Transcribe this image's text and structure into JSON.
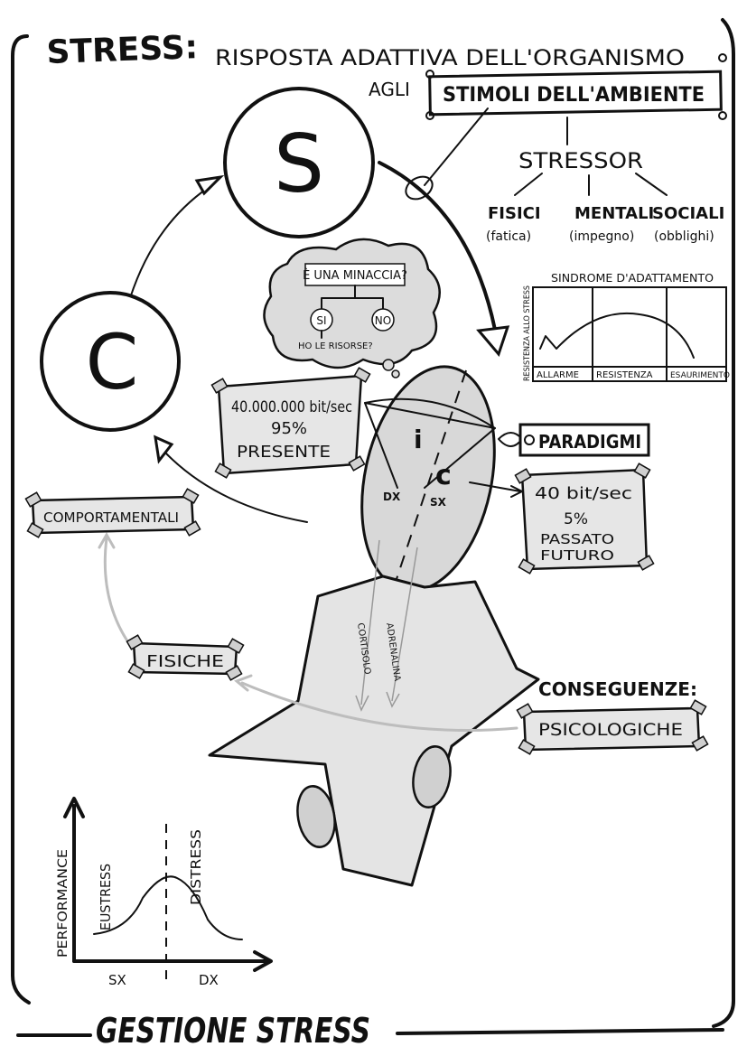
{
  "title": {
    "main": "STRESS:",
    "line1": "RISPOSTA ADATTIVA DELL'ORGANISMO",
    "agli": "AGLI",
    "boxed": "STIMOLI DELL'AMBIENTE"
  },
  "stressor": {
    "label": "STRESSOR",
    "types": [
      {
        "name": "FISICI",
        "note": "(fatica)"
      },
      {
        "name": "MENTALI",
        "note": "(impegno)"
      },
      {
        "name": "SOCIALI",
        "note": "(obblighi)"
      }
    ]
  },
  "cycle": {
    "s_letter": "S",
    "c_letter": "C"
  },
  "cloud": {
    "question": "È UNA MINACCIA?",
    "yes": "SI",
    "no": "NO",
    "resources": "HO LE RISORSE?"
  },
  "sindrome": {
    "title": "SINDROME D'ADATTAMENTO",
    "ylabel": "RESISTENZA ALLO STRESS",
    "phases": [
      "ALLARME",
      "RESISTENZA",
      "ESAURIMENTO"
    ]
  },
  "present_note": {
    "rate": "40.000.000 bit/sec",
    "percent": "95%",
    "label": "PRESENTE"
  },
  "past_note": {
    "rate": "40 bit/sec",
    "percent": "5%",
    "label1": "PASSATO",
    "label2": "FUTURO"
  },
  "head": {
    "letter_i": "i",
    "letter_c": "c",
    "dx": "DX",
    "sx": "SX"
  },
  "paradigmi": "PARADIGMI",
  "hormones": {
    "cortisolo": "CORTISOLO",
    "adrenalina": "ADRENALINA"
  },
  "consequences": {
    "heading": "CONSEGUENZE:",
    "psicologiche": "PSICOLOGICHE",
    "fisiche": "FISICHE",
    "comportamentali": "COMPORTAMENTALI"
  },
  "performance": {
    "ylabel": "PERFORMANCE",
    "eustress": "EUSTRESS",
    "distress": "DISTRESS",
    "sx": "SX",
    "dx": "DX"
  },
  "footer": "GESTIONE STRESS"
}
